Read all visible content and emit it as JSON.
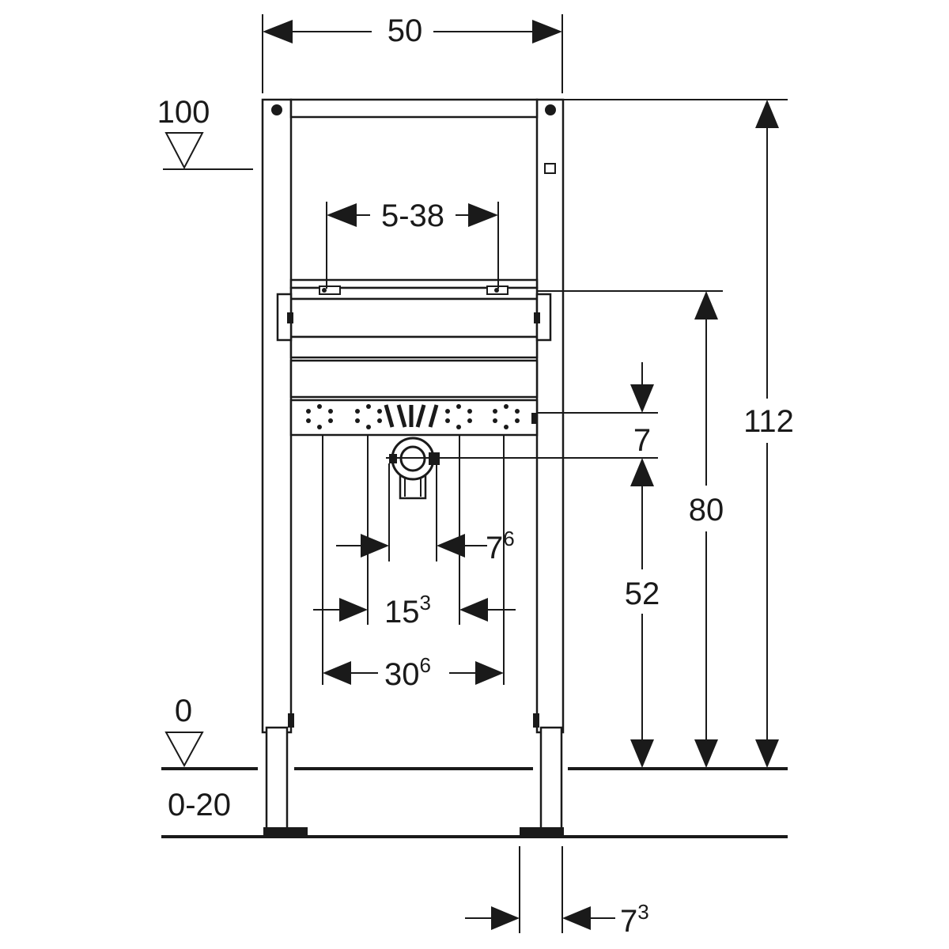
{
  "dimensions": {
    "overall_width": "50",
    "top_level": "100",
    "adjust_range": "5-38",
    "outlet_offset": "7",
    "total_height": "112",
    "bracket_height": "80",
    "drain_height": "52",
    "inner_spacing_base": "7",
    "inner_spacing_sup": "6",
    "mid_spacing_base": "15",
    "mid_spacing_sup": "3",
    "outer_spacing_base": "30",
    "outer_spacing_sup": "6",
    "floor_level": "0",
    "floor_range": "0-20",
    "depth_base": "7",
    "depth_sup": "3"
  }
}
